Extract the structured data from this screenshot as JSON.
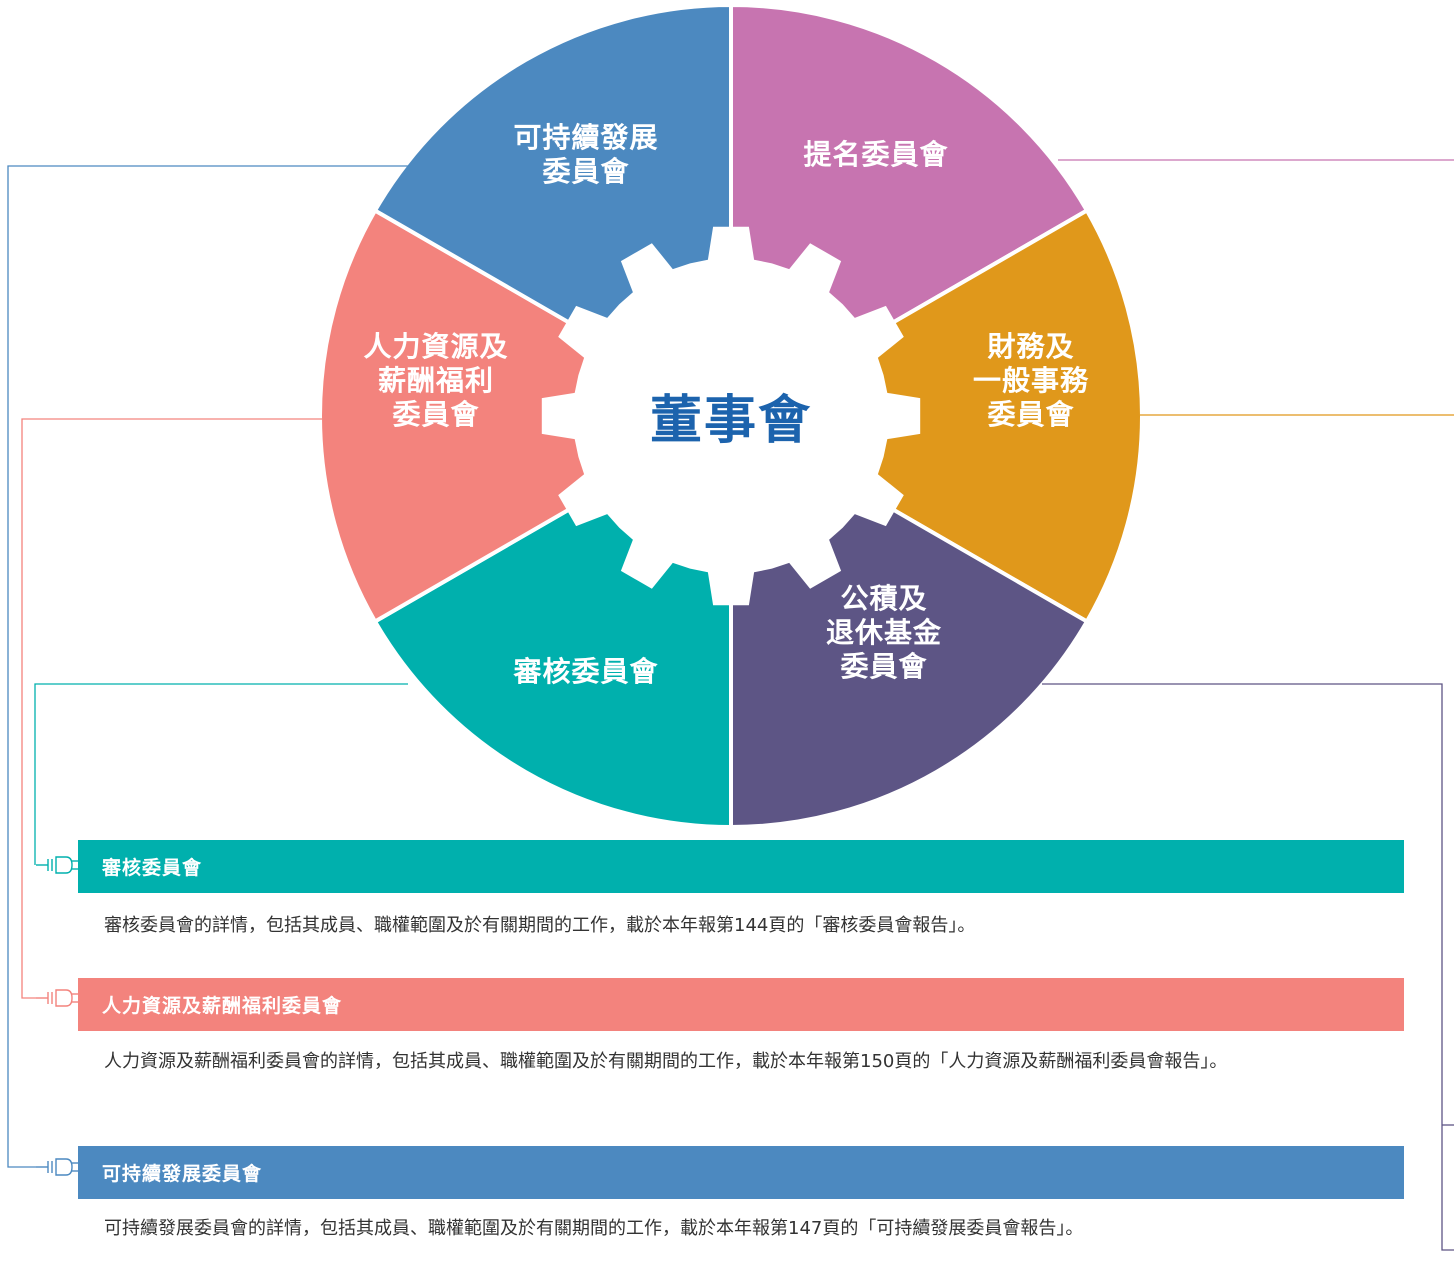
{
  "diagram": {
    "center": "董事會",
    "segments": [
      {
        "id": "nomination",
        "lines": [
          "提名委員會"
        ],
        "color": "#c774b0"
      },
      {
        "id": "finance",
        "lines": [
          "財務及",
          "一般事務",
          "委員會"
        ],
        "color": "#e0981b"
      },
      {
        "id": "provident",
        "lines": [
          "公積及",
          "退休基金",
          "委員會"
        ],
        "color": "#5d5585"
      },
      {
        "id": "audit",
        "lines": [
          "審核委員會"
        ],
        "color": "#00b0ad"
      },
      {
        "id": "hr",
        "lines": [
          "人力資源及",
          "薪酬福利",
          "委員會"
        ],
        "color": "#f3837d"
      },
      {
        "id": "sustainability",
        "lines": [
          "可持續發展",
          "委員會"
        ],
        "color": "#4c89c0"
      }
    ],
    "center_color": "#1c63ad"
  },
  "sections": [
    {
      "id": "audit",
      "title": "審核委員會",
      "color": "#00b0ad",
      "text": "審核委員會的詳情，包括其成員、職權範圍及於有關期間的工作，載於本年報第144頁的「審核委員會報告」。"
    },
    {
      "id": "hr",
      "title": "人力資源及薪酬福利委員會",
      "color": "#f3837d",
      "text": "人力資源及薪酬福利委員會的詳情，包括其成員、職權範圍及於有關期間的工作，載於本年報第150頁的「人力資源及薪酬福利委員會報告」。"
    },
    {
      "id": "sustainability",
      "title": "可持續發展委員會",
      "color": "#4c89c0",
      "text": "可持續發展委員會的詳情，包括其成員、職權範圍及於有關期間的工作，載於本年報第147頁的「可持續發展委員會報告」。"
    }
  ]
}
